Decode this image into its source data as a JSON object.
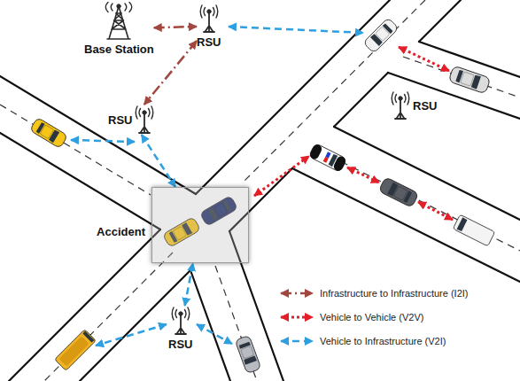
{
  "diagram": {
    "nodes": [
      {
        "text": [
          "Base Station"
        ]
      },
      {
        "text": [
          "RSU"
        ]
      },
      {
        "text": [
          "RSU"
        ]
      },
      {
        "text": [
          "RSU"
        ]
      },
      {
        "text": [
          "Accident"
        ]
      },
      {
        "text": [
          "RSU"
        ]
      }
    ],
    "edges": [
      {
        "from": 0,
        "to": 1,
        "arrow": "both"
      },
      {
        "from": 1,
        "to": 3,
        "arrow": "both"
      },
      {
        "from": 3,
        "to": 4,
        "arrow": "both"
      },
      {
        "from": 5,
        "to": 4,
        "arrow": "both"
      }
    ],
    "legend": [
      {
        "text": "Infrastructure to Infrastructure (I2I)"
      },
      {
        "text": "Vehicle to Vehicle (V2V)"
      },
      {
        "text": "Vehicle to Infrastructure (V2I)"
      }
    ]
  }
}
